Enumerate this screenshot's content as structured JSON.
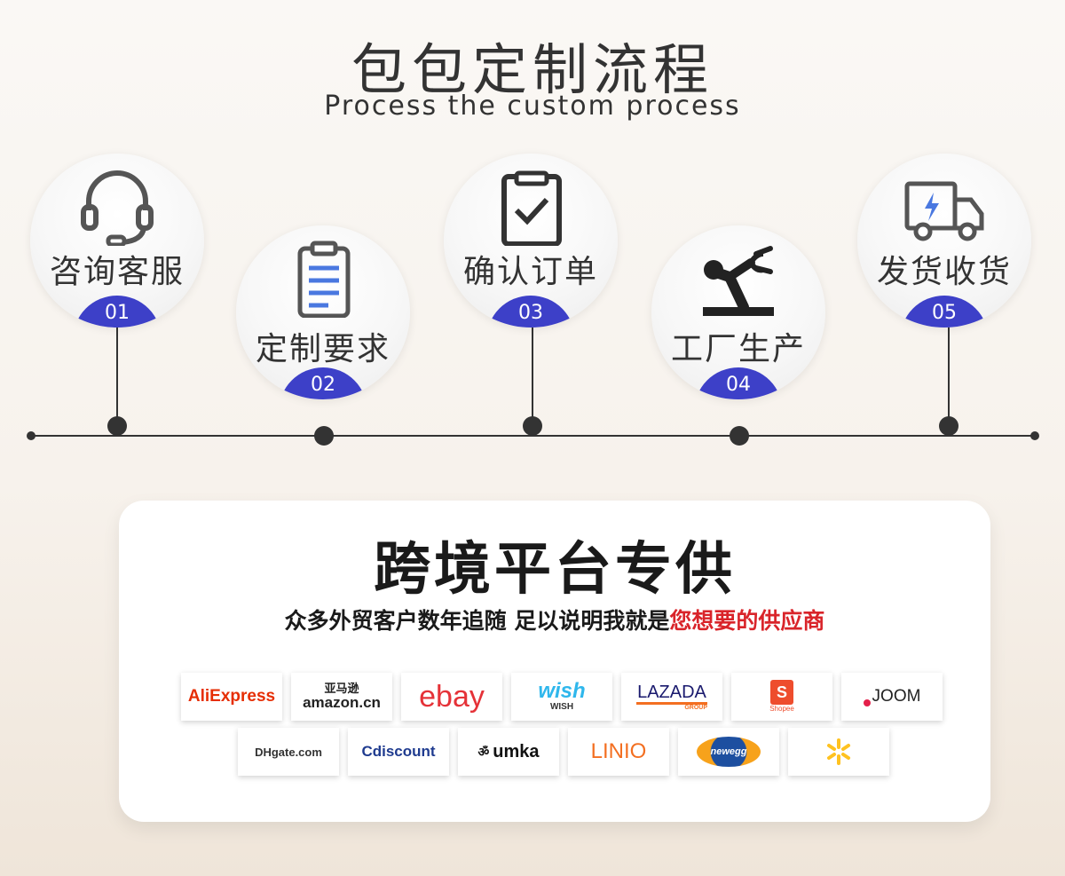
{
  "header": {
    "title": "包包定制流程",
    "subtitle": "Process the custom process"
  },
  "steps": [
    {
      "label": "咨询客服",
      "number": "01",
      "icon": "headset-icon"
    },
    {
      "label": "定制要求",
      "number": "02",
      "icon": "clipboard-icon"
    },
    {
      "label": "确认订单",
      "number": "03",
      "icon": "checklist-icon"
    },
    {
      "label": "工厂生产",
      "number": "04",
      "icon": "robot-arm-icon"
    },
    {
      "label": "发货收货",
      "number": "05",
      "icon": "delivery-truck-icon"
    }
  ],
  "platforms": {
    "title": "跨境平台专供",
    "subtitle_main": "众多外贸客户数年追随 足以说明我就是",
    "subtitle_highlight": "您想要的供应商",
    "logos": [
      {
        "name": "AliExpress",
        "text": "AliExpress",
        "color": "#e62e04"
      },
      {
        "name": "Amazon.cn",
        "text_top": "亚马逊",
        "text": "amazon.cn",
        "color": "#222222"
      },
      {
        "name": "eBay",
        "text": "ebay",
        "color": "#e53238"
      },
      {
        "name": "Wish",
        "text": "wish",
        "sub": "WISH",
        "color": "#2fb7ec"
      },
      {
        "name": "Lazada",
        "text": "LAZADA",
        "sub": "GROUP",
        "color": "#1a1a6e"
      },
      {
        "name": "Shopee",
        "text": "S",
        "sub": "Shopee",
        "color": "#ee4d2d"
      },
      {
        "name": "Joom",
        "text": "JOOM",
        "color": "#222222"
      },
      {
        "name": "DHgate",
        "text": "DHgate.com",
        "color": "#333333"
      },
      {
        "name": "Cdiscount",
        "text": "Cdiscount",
        "color": "#1f3b8f"
      },
      {
        "name": "Umka",
        "text": "umka",
        "color": "#111111"
      },
      {
        "name": "Linio",
        "text": "LINIO",
        "color": "#f36f21"
      },
      {
        "name": "Newegg",
        "text": "newegg",
        "color": "#1d4fa0"
      },
      {
        "name": "Walmart",
        "text": "",
        "color": "#ffc220"
      }
    ]
  },
  "colors": {
    "accent": "#3d40c8",
    "highlight": "#d9242a",
    "text": "#333333"
  }
}
